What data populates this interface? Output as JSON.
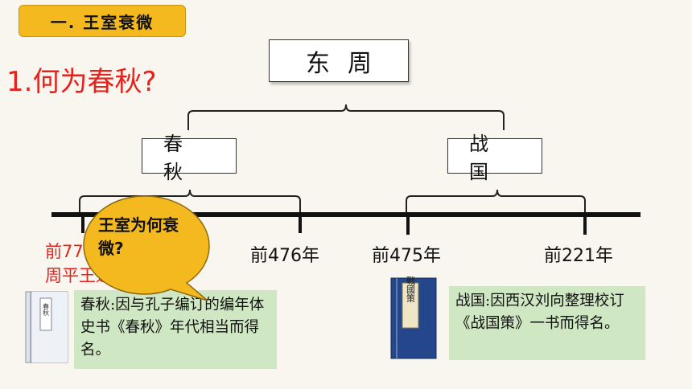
{
  "section_label": "一. 王室衰微",
  "question": "1.何为春秋?",
  "top_box": "东周",
  "left_box": "春秋",
  "right_box": "战国",
  "years": {
    "start": "前770年",
    "start_line2": "周平王迁都洛邑",
    "chunqiu_end": "前476年",
    "zhanguo_start": "前475年",
    "zhanguo_end": "前221年"
  },
  "bubble": "王室为何衰微?",
  "notes": {
    "chunqiu": "春秋:因与孔子编订的编年体史书《春秋》年代相当而得名。",
    "zhanguo": "战国:因西汉刘向整理校订《战国策》一书而得名。"
  },
  "book_titles": {
    "chunqiu": "春秋",
    "zhanguo": "戰國策"
  },
  "colors": {
    "label_bg": "#f4b91f",
    "question": "#e5231c",
    "bubble": "#f4b91f",
    "note_bg": "#cfe7c2"
  }
}
